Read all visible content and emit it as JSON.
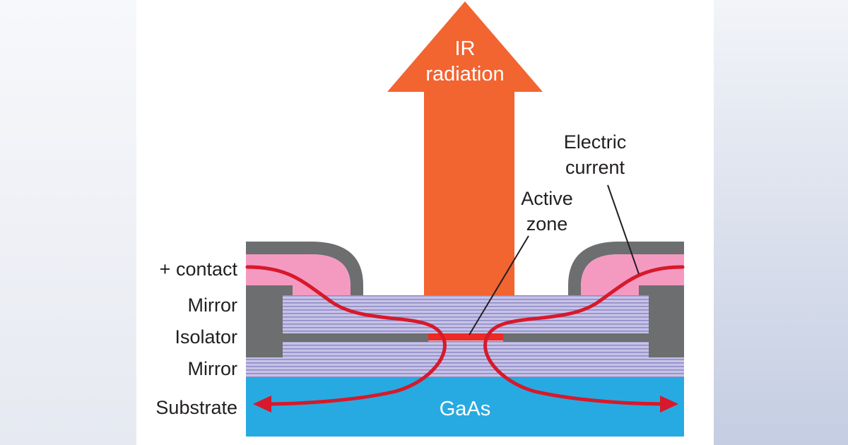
{
  "diagram": {
    "arrow_label_line1": "IR",
    "arrow_label_line2": "radiation",
    "electric_current_line1": "Electric",
    "electric_current_line2": "current",
    "active_zone_line1": "Active",
    "active_zone_line2": "zone",
    "layer_labels": {
      "contact": "+ contact",
      "mirror_top": "Mirror",
      "isolator": "Isolator",
      "mirror_bottom": "Mirror",
      "substrate": "Substrate"
    },
    "substrate_material": "GaAs"
  },
  "colors": {
    "arrow": "#f26430",
    "contact_pink": "#f49ac1",
    "contact_gray": "#6d6e70",
    "mirror_lavender": "#b8b4dc",
    "mirror_line": "#8a86c6",
    "substrate_blue": "#27aae1",
    "current_red": "#d7192b",
    "active_zone": "#ee2a24"
  }
}
